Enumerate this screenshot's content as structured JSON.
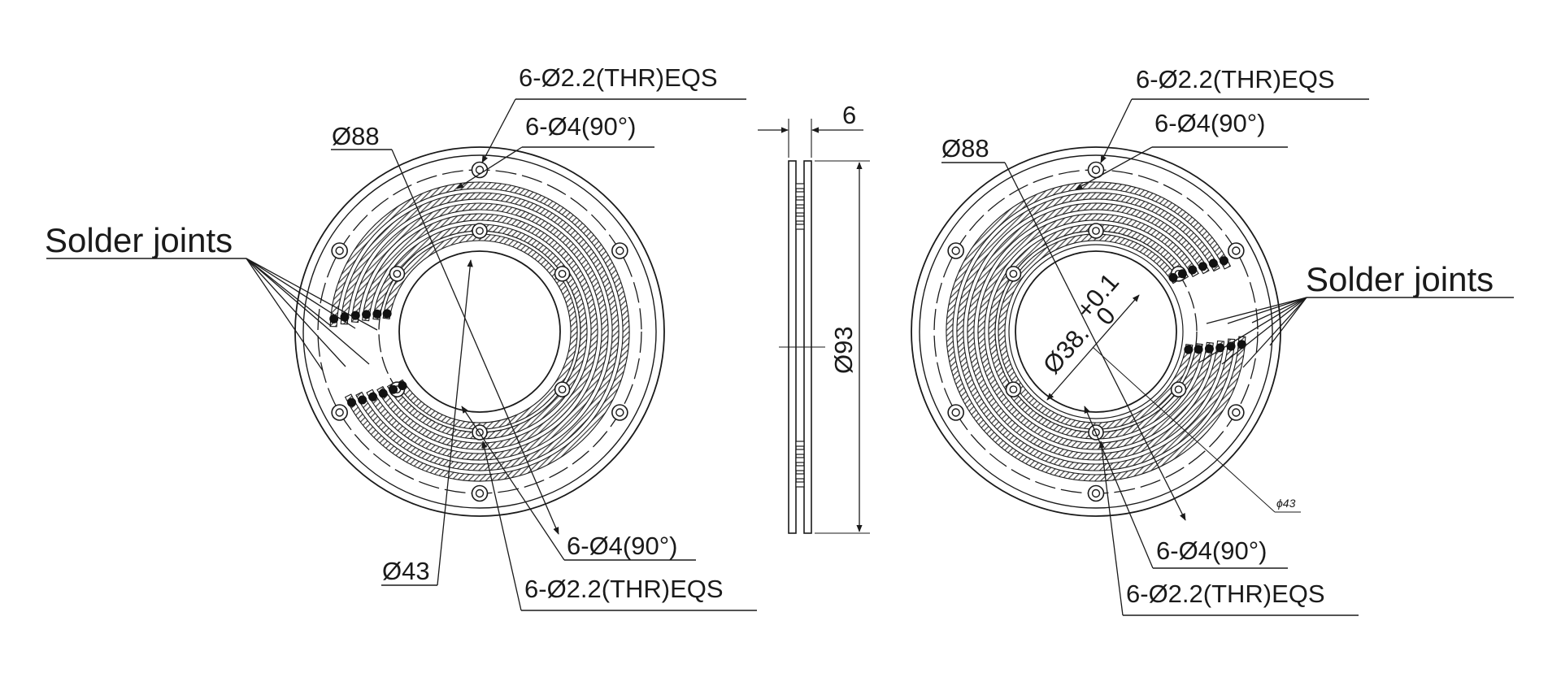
{
  "left_view": {
    "solder_joints_label": "Solder joints",
    "outer_dia": "Ø88",
    "inner_dia": "Ø43",
    "top_thru_holes": "6-Ø2.2(THR)EQS",
    "top_countersink": "6-Ø4(90°)",
    "bottom_countersink": "6-Ø4(90°)",
    "bottom_thru_holes": "6-Ø2.2(THR)EQS"
  },
  "side_view": {
    "thickness": "6",
    "overall_dia": "Ø93"
  },
  "right_view": {
    "solder_joints_label": "Solder joints",
    "outer_dia": "Ø88",
    "bore_dia": "Ø38.",
    "bore_tol_upper": "+0.1",
    "bore_tol_lower": "0",
    "inner_ref_dia": "ϕ43",
    "top_thru_holes": "6-Ø2.2(THR)EQS",
    "top_countersink": "6-Ø4(90°)",
    "bottom_countersink": "6-Ø4(90°)",
    "bottom_thru_holes": "6-Ø2.2(THR)EQS"
  },
  "colors": {
    "line": "#1a1a1a",
    "hatch": "#5a5a5a",
    "background": "#ffffff"
  }
}
